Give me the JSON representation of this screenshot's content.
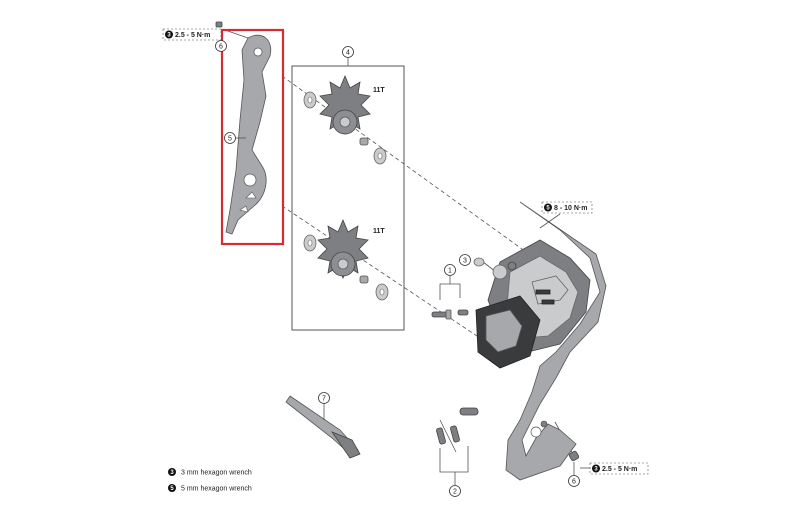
{
  "callouts": {
    "c1": "1",
    "c2": "2",
    "c3": "3",
    "c4": "4",
    "c5": "5",
    "c6a": "6",
    "c6b": "6",
    "c7": "7"
  },
  "torque": {
    "top_left": {
      "badge": "3",
      "value": "2.5 - 5 N·m"
    },
    "derailleur": {
      "badge": "5",
      "value": "8 - 10 N·m"
    },
    "bottom_right": {
      "badge": "3",
      "value": "2.5 - 5 N·m"
    }
  },
  "pulleys": {
    "upper_teeth": "11T",
    "lower_teeth": "11T"
  },
  "legend": [
    {
      "badge": "3",
      "text": "3 mm hexagon wrench"
    },
    {
      "badge": "5",
      "text": "5 mm hexagon wrench"
    }
  ],
  "colors": {
    "highlight_box": "#d62d35",
    "badge_fill": "#111111"
  }
}
